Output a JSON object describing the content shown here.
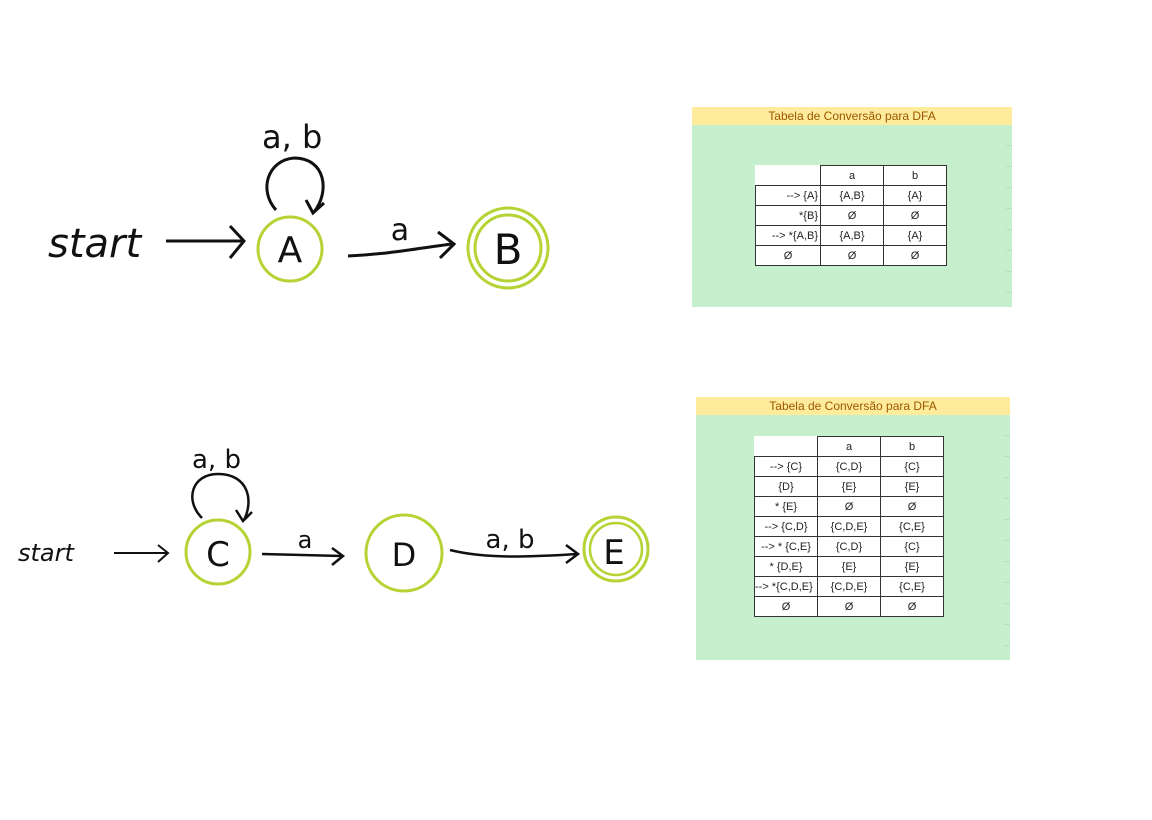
{
  "diagram1": {
    "start_label": "start",
    "loop_label": "a, b",
    "edge_label": "a",
    "states": [
      "A",
      "B"
    ],
    "accent": "#b5d334"
  },
  "diagram2": {
    "start_label": "start",
    "loop_label": "a, b",
    "edge_cd_label": "a",
    "edge_de_label": "a, b",
    "states": [
      "C",
      "D",
      "E"
    ],
    "accent": "#b5d334"
  },
  "table1": {
    "title": "Tabela de Conversão para DFA",
    "columns": [
      "a",
      "b"
    ],
    "rows": [
      {
        "state": "--> {A}",
        "a": "{A,B}",
        "b": "{A}"
      },
      {
        "state": "*{B}",
        "a": "Ø",
        "b": "Ø"
      },
      {
        "state": "--> *{A,B}",
        "a": "{A,B}",
        "b": "{A}"
      },
      {
        "state": "Ø",
        "a": "Ø",
        "b": "Ø"
      }
    ]
  },
  "table2": {
    "title": "Tabela de Conversão para DFA",
    "columns": [
      "a",
      "b"
    ],
    "rows": [
      {
        "state": "--> {C}",
        "a": "{C,D}",
        "b": "{C}"
      },
      {
        "state": "{D}",
        "a": "{E}",
        "b": "{E}"
      },
      {
        "state": "* {E}",
        "a": "Ø",
        "b": "Ø"
      },
      {
        "state": "--> {C,D}",
        "a": "{C,D,E}",
        "b": "{C,E}"
      },
      {
        "state": "--> * {C,E}",
        "a": "{C,D}",
        "b": "{C}"
      },
      {
        "state": "* {D,E}",
        "a": "{E}",
        "b": "{E}"
      },
      {
        "state": "--> *{C,D,E}",
        "a": "{C,D,E}",
        "b": "{C,E}"
      },
      {
        "state": "Ø",
        "a": "Ø",
        "b": "Ø"
      }
    ]
  },
  "colors": {
    "state_ring": "#b5d334",
    "panel_bg": "#c6efce",
    "title_bg": "#ffeb9c",
    "title_text": "#9c5700"
  }
}
